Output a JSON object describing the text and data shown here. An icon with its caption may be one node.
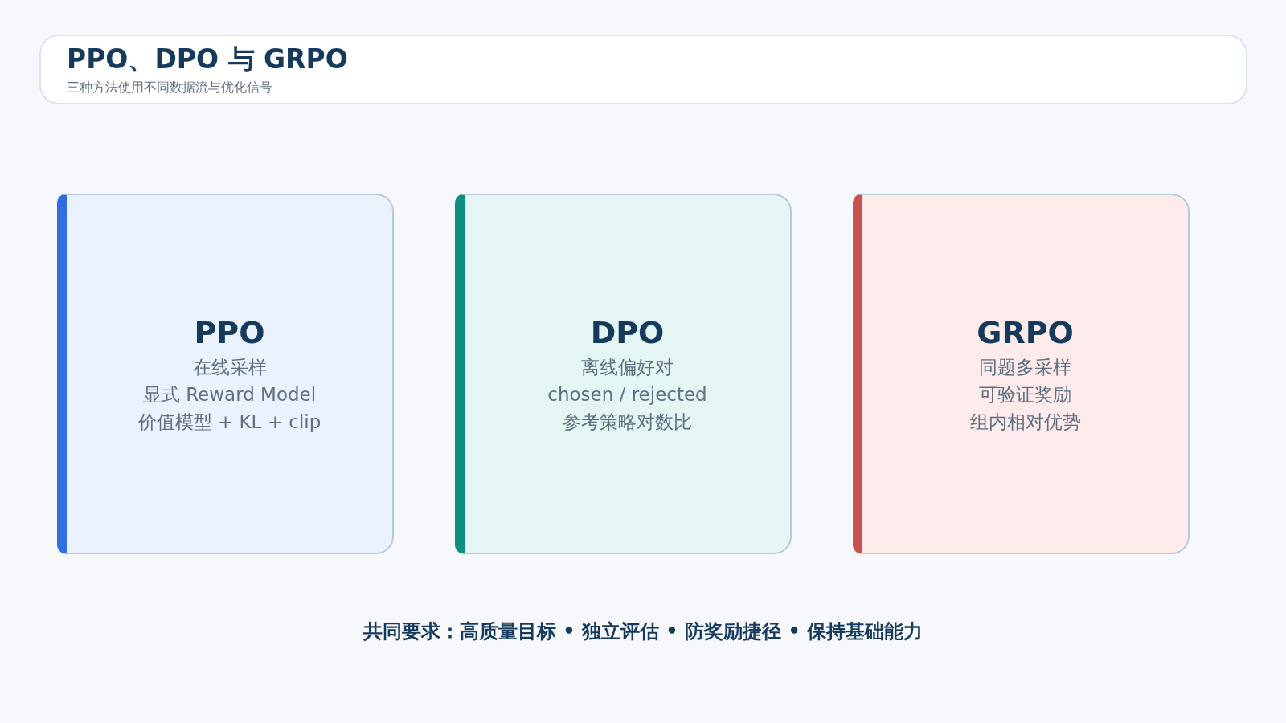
{
  "diagram": {
    "title": "PPO、DPO 与 GRPO",
    "nodes": [
      {
        "text": [
          "PPO",
          "在线采样",
          "显式 Reward Model",
          "价值模型 + KL + clip"
        ]
      },
      {
        "text": [
          "DPO",
          "离线偏好对",
          "chosen / rejected",
          "参考策略对数比"
        ]
      },
      {
        "text": [
          "GRPO",
          "同题多采样",
          "可验证奖励",
          "组内相对优势"
        ]
      }
    ],
    "labels": [
      "三种方法使用不同数据流与优化信号",
      "共同要求：高质量目标 • 独立评估 • 防奖励捷径 • 保持基础能力"
    ]
  }
}
